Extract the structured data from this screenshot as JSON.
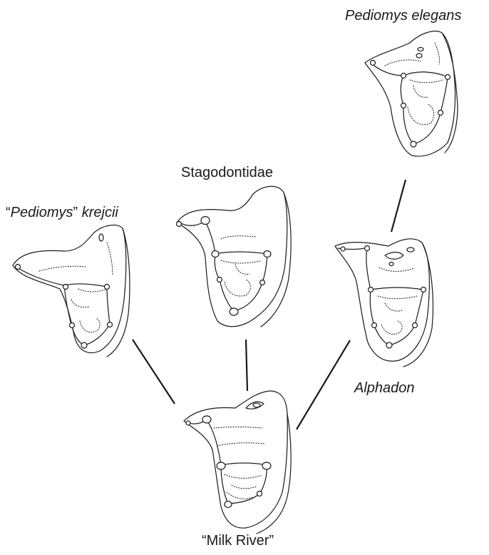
{
  "labels": {
    "pediomys_elegans": "Pediomys elegans",
    "stagodontidae": "Stagodontidae",
    "krejcii_open_quote": "“",
    "krejcii_genus": "Pediomys",
    "krejcii_close_quote": "”",
    "krejcii_species": " krejcii",
    "alphadon": "Alphadon",
    "milk_river": "“Milk River”"
  }
}
